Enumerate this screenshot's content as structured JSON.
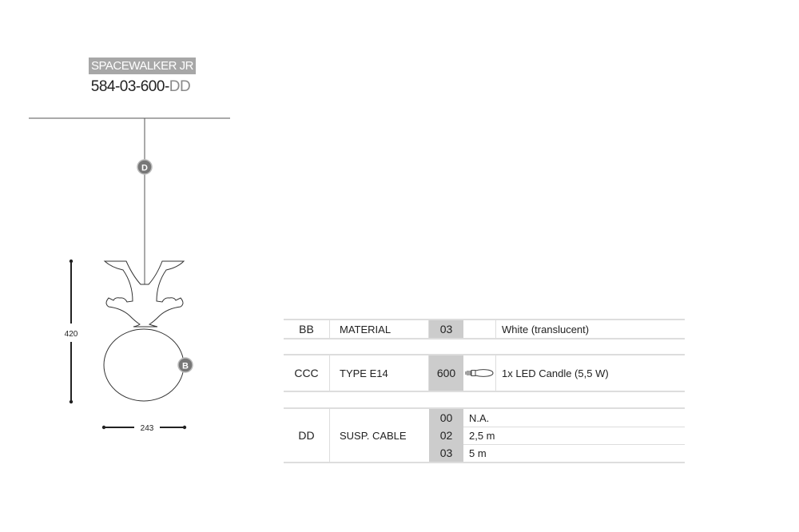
{
  "product": {
    "name": "SPACEWALKER JR",
    "code_prefix": "584-03-600-",
    "code_suffix": "DD"
  },
  "drawing": {
    "marker_cable": "D",
    "marker_shade": "B",
    "height": "420",
    "width": "243"
  },
  "table": {
    "material": {
      "key": "BB",
      "label": "MATERIAL",
      "code": "03",
      "desc": "White (translucent)"
    },
    "lamp": {
      "key": "CCC",
      "label": "TYPE E14",
      "code": "600",
      "icon": "bulb-icon",
      "desc": "1x LED Candle (5,5 W)"
    },
    "cable": {
      "key": "DD",
      "label": "SUSP. CABLE",
      "options": [
        {
          "code": "00",
          "desc": "N.A."
        },
        {
          "code": "02",
          "desc": "2,5 m"
        },
        {
          "code": "03",
          "desc": "5 m"
        }
      ]
    }
  }
}
